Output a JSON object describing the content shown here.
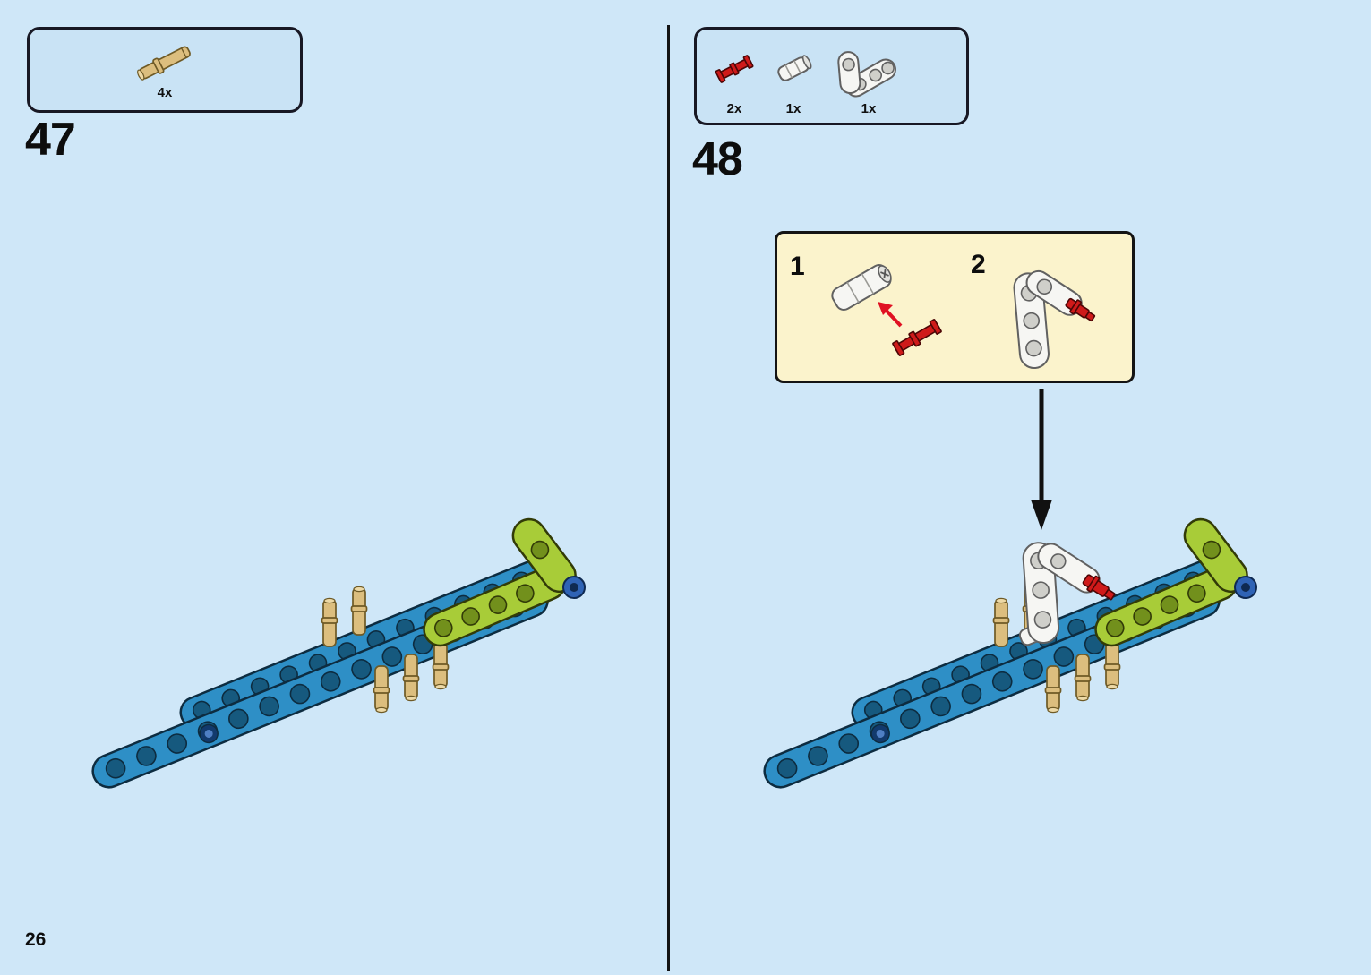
{
  "page": {
    "number": "26"
  },
  "colors": {
    "background": "#cfe7f8",
    "panel_fill": "#c9e3f5",
    "panel_border": "#181824",
    "callout_fill": "#fbf3cc",
    "beam_blue": "#2e8fc6",
    "beam_lime": "#a8cc38",
    "pin_tan": "#dcbe7e",
    "part_red": "#cf1a1a",
    "part_white": "#f6f6f3",
    "connector_blue": "#2f63b5"
  },
  "step47": {
    "number": "47",
    "parts_box": {
      "items": [
        {
          "icon": "tan-pin-3l-icon",
          "count": "4x"
        }
      ]
    }
  },
  "step48": {
    "number": "48",
    "parts_box": {
      "items": [
        {
          "icon": "red-axle-icon",
          "count": "2x"
        },
        {
          "icon": "white-connector-icon",
          "count": "1x"
        },
        {
          "icon": "white-angle-beam-icon",
          "count": "1x"
        }
      ]
    },
    "callout": {
      "substeps": [
        {
          "label": "1"
        },
        {
          "label": "2"
        }
      ]
    }
  }
}
